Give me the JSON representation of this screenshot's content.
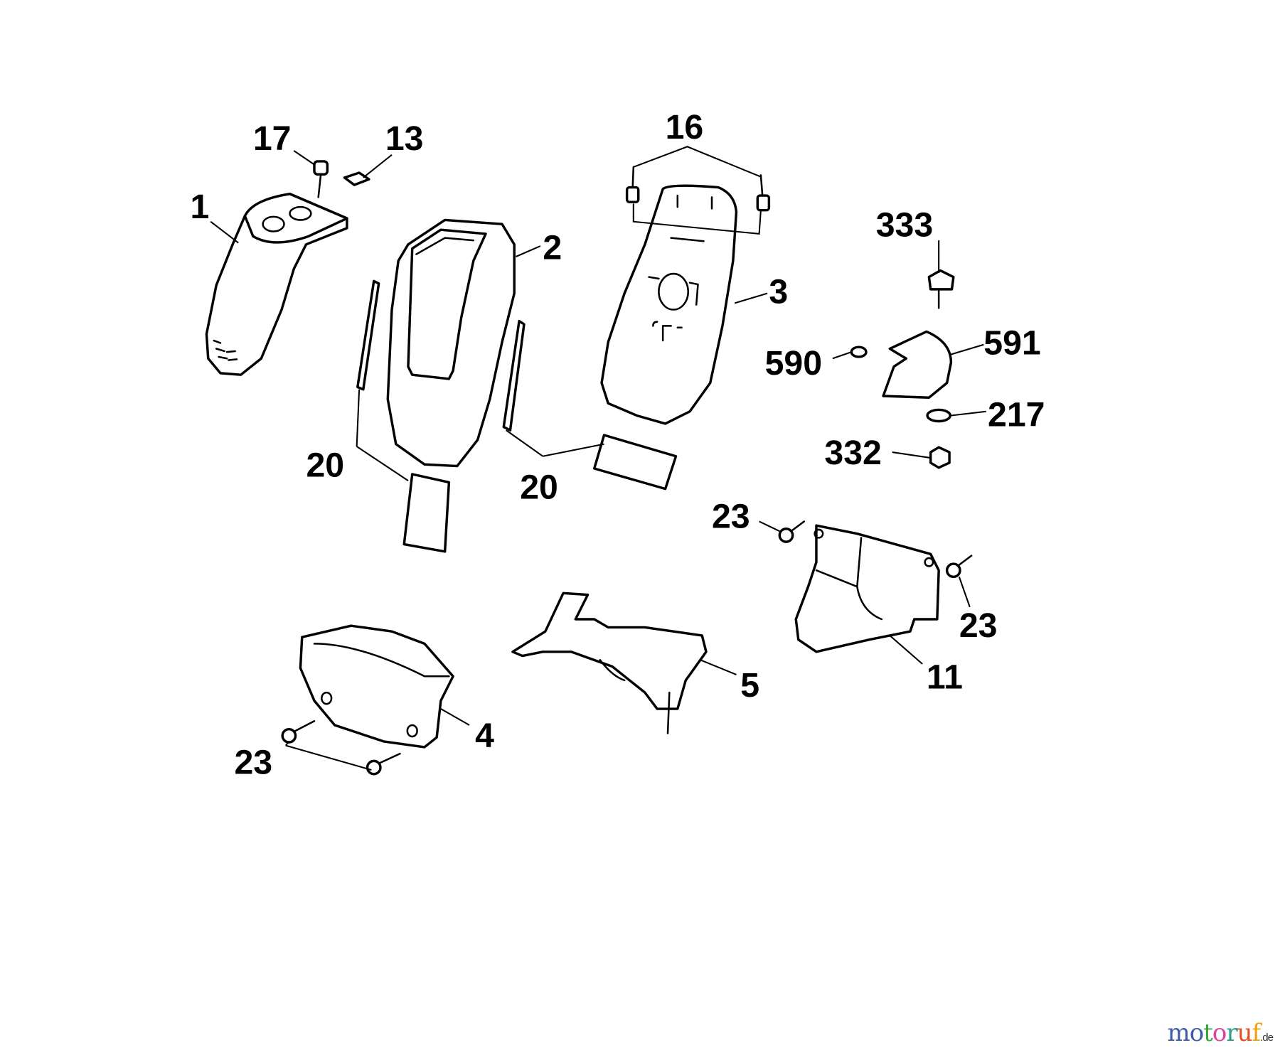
{
  "diagram": {
    "title": "Exploded parts diagram – covers",
    "labels": {
      "p1": "1",
      "p2": "2",
      "p3": "3",
      "p4": "4",
      "p5": "5",
      "p11": "11",
      "p13": "13",
      "p16": "16",
      "p17": "17",
      "p20a": "20",
      "p20b": "20",
      "p23a": "23",
      "p23b": "23",
      "p23c": "23",
      "p217": "217",
      "p332": "332",
      "p333": "333",
      "p590": "590",
      "p591": "591"
    }
  },
  "watermark": {
    "letters": [
      "m",
      "o",
      "t",
      "o",
      "r",
      "u",
      "f"
    ],
    "colors": [
      "#3b5ba9",
      "#3b5ba9",
      "#3aa33a",
      "#e0409a",
      "#2a9a8a",
      "#e05020",
      "#f0a010"
    ],
    "suffix": ".de"
  }
}
